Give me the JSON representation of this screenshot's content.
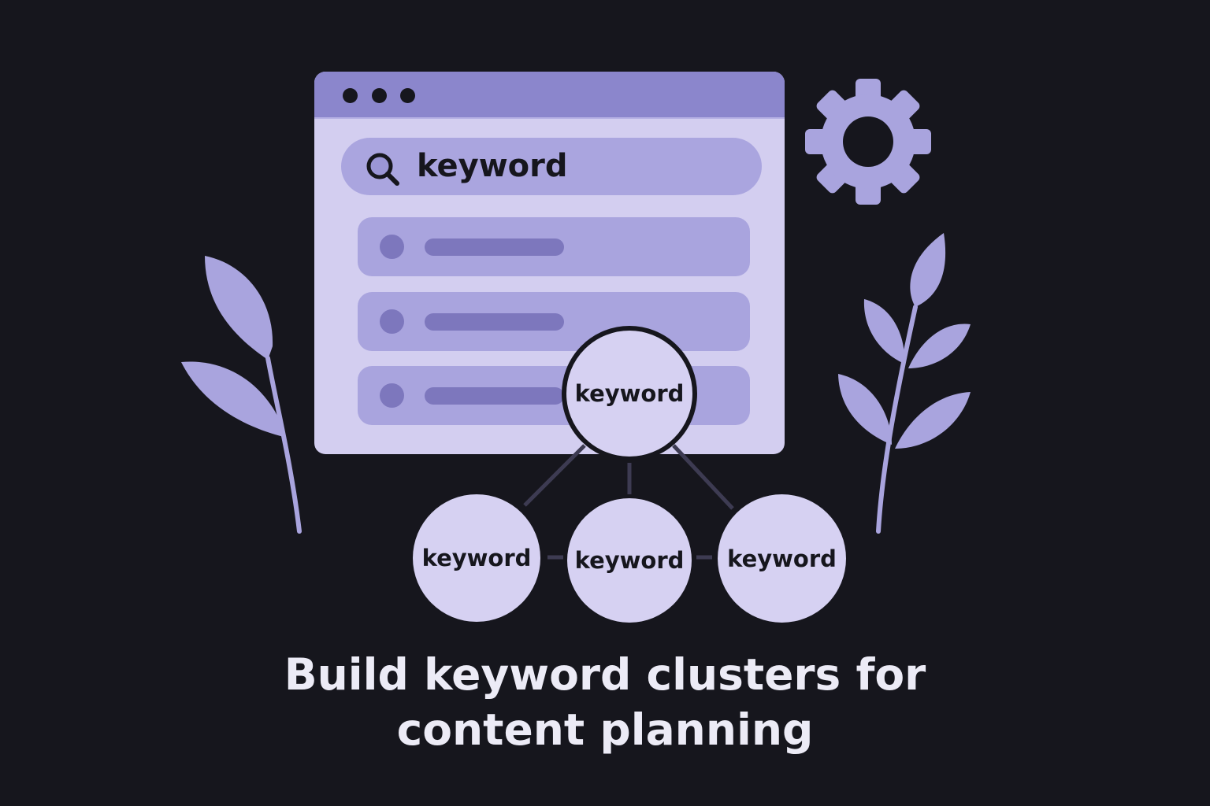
{
  "window": {
    "controls": [
      "dot",
      "dot",
      "dot"
    ],
    "search": {
      "icon": "search-icon",
      "value": "keyword"
    },
    "results": [
      {
        "icon": "bullet-dot",
        "placeholder_bar": true
      },
      {
        "icon": "bullet-dot",
        "placeholder_bar": true
      },
      {
        "icon": "bullet-dot",
        "placeholder_bar": true
      }
    ]
  },
  "settings": {
    "icon": "gear-icon"
  },
  "cluster": {
    "root": {
      "label": "keyword"
    },
    "children": [
      {
        "label": "keyword"
      },
      {
        "label": "keyword"
      },
      {
        "label": "keyword"
      }
    ]
  },
  "decorations": [
    "leaf-branch-left",
    "leaf-branch-right"
  ],
  "headline": {
    "line1": "Build keyword clusters for",
    "line2": "content planning"
  },
  "colors": {
    "background": "#16161d",
    "window_body": "#d3cef0",
    "titlebar": "#8b86cc",
    "accent_mid": "#aaa5df",
    "accent_dark": "#7d77bd",
    "node_fill": "#d6d1f2",
    "text_light": "#ecebf6"
  }
}
